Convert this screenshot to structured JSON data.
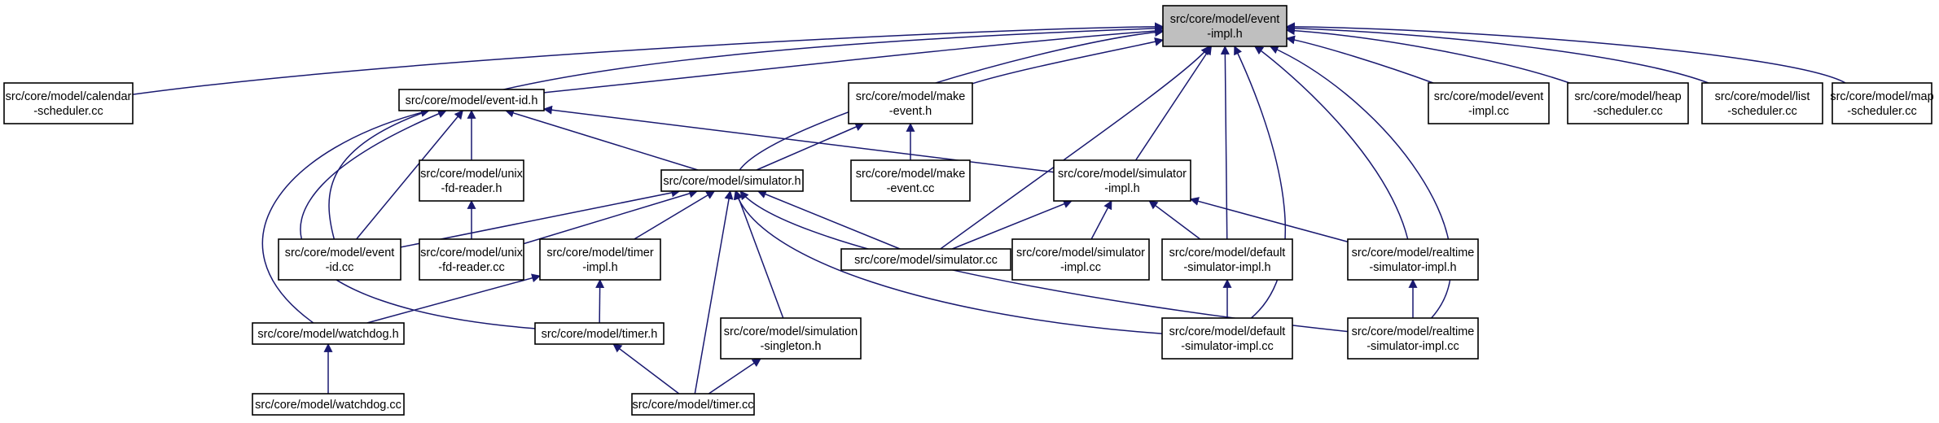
{
  "graph": {
    "edge_color": "#191970",
    "root_fill": "#bfbfbf",
    "nodes": [
      {
        "id": "root",
        "lines": [
          "src/core/model/event",
          "-impl.h"
        ],
        "root": true
      },
      {
        "id": "cal_sched",
        "lines": [
          "src/core/model/calendar",
          "-scheduler.cc"
        ]
      },
      {
        "id": "event_id_h",
        "lines": [
          "src/core/model/event-id.h"
        ]
      },
      {
        "id": "make_event_h",
        "lines": [
          "src/core/model/make",
          "-event.h"
        ]
      },
      {
        "id": "event_impl_cc",
        "lines": [
          "src/core/model/event",
          "-impl.cc"
        ]
      },
      {
        "id": "heap_sched",
        "lines": [
          "src/core/model/heap",
          "-scheduler.cc"
        ]
      },
      {
        "id": "list_sched",
        "lines": [
          "src/core/model/list",
          "-scheduler.cc"
        ]
      },
      {
        "id": "map_sched",
        "lines": [
          "src/core/model/map",
          "-scheduler.cc"
        ]
      },
      {
        "id": "unix_fd_h",
        "lines": [
          "src/core/model/unix",
          "-fd-reader.h"
        ]
      },
      {
        "id": "simulator_h",
        "lines": [
          "src/core/model/simulator.h"
        ]
      },
      {
        "id": "make_event_cc",
        "lines": [
          "src/core/model/make",
          "-event.cc"
        ]
      },
      {
        "id": "sim_impl_h",
        "lines": [
          "src/core/model/simulator",
          "-impl.h"
        ]
      },
      {
        "id": "event_id_cc",
        "lines": [
          "src/core/model/event",
          "-id.cc"
        ]
      },
      {
        "id": "unix_fd_cc",
        "lines": [
          "src/core/model/unix",
          "-fd-reader.cc"
        ]
      },
      {
        "id": "timer_impl_h",
        "lines": [
          "src/core/model/timer",
          "-impl.h"
        ]
      },
      {
        "id": "simulator_cc",
        "lines": [
          "src/core/model/simulator.cc"
        ]
      },
      {
        "id": "sim_impl_cc",
        "lines": [
          "src/core/model/simulator",
          "-impl.cc"
        ]
      },
      {
        "id": "default_sim_h",
        "lines": [
          "src/core/model/default",
          "-simulator-impl.h"
        ]
      },
      {
        "id": "realtime_sim_h",
        "lines": [
          "src/core/model/realtime",
          "-simulator-impl.h"
        ]
      },
      {
        "id": "watchdog_h",
        "lines": [
          "src/core/model/watchdog.h"
        ]
      },
      {
        "id": "timer_h",
        "lines": [
          "src/core/model/timer.h"
        ]
      },
      {
        "id": "sim_singleton_h",
        "lines": [
          "src/core/model/simulation",
          "-singleton.h"
        ]
      },
      {
        "id": "default_sim_cc",
        "lines": [
          "src/core/model/default",
          "-simulator-impl.cc"
        ]
      },
      {
        "id": "realtime_sim_cc",
        "lines": [
          "src/core/model/realtime",
          "-simulator-impl.cc"
        ]
      },
      {
        "id": "watchdog_cc",
        "lines": [
          "src/core/model/watchdog.cc"
        ]
      },
      {
        "id": "timer_cc",
        "lines": [
          "src/core/model/timer.cc"
        ]
      }
    ]
  }
}
